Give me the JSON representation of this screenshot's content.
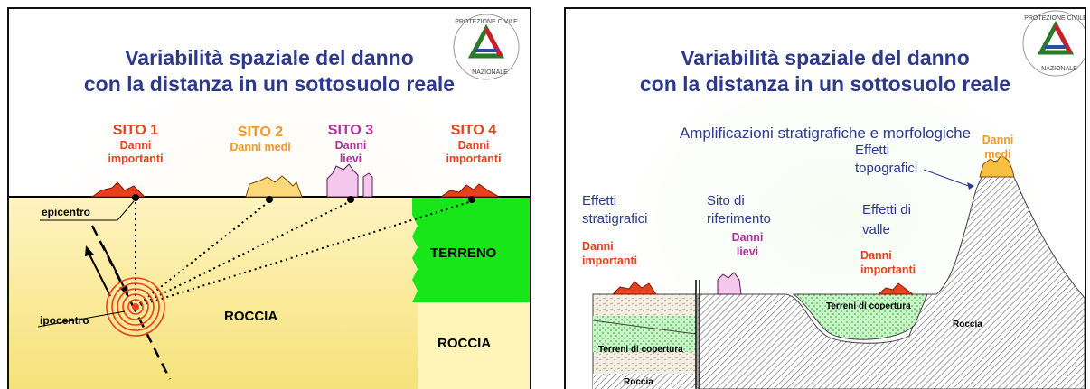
{
  "slide1": {
    "title_line1": "Variabilità spaziale del danno",
    "title_line2": "con la distanza in un sottosuolo reale",
    "sites": [
      {
        "name": "SITO 1",
        "damage": [
          "Danni",
          "importanti"
        ]
      },
      {
        "name": "SITO 2",
        "damage": [
          "Danni medi"
        ]
      },
      {
        "name": "SITO 3",
        "damage": [
          "Danni",
          "lievi"
        ]
      },
      {
        "name": "SITO 4",
        "damage": [
          "Danni",
          "importanti"
        ]
      }
    ],
    "labels": {
      "epicenter": "epicentro",
      "hypocenter": "ipocentro",
      "rock_main": "ROCCIA",
      "soil": "TERRENO",
      "rock_right": "ROCCIA"
    },
    "colors": {
      "title": "#2d3a8c",
      "important": "#e8401c",
      "medium": "#f09a2a",
      "light": "#b0309a",
      "rock": "#f8eaa0",
      "soil": "#19e619"
    }
  },
  "slide2": {
    "title_line1": "Variabilità spaziale del danno",
    "title_line2": "con la distanza in un sottosuolo reale",
    "subtitle": "Amplificazioni stratigrafiche e morfologiche",
    "effects": {
      "strat": [
        "Effetti",
        "stratigrafici"
      ],
      "strat_damage": [
        "Danni",
        "importanti"
      ],
      "ref": [
        "Sito di",
        "riferimento"
      ],
      "ref_damage": [
        "Danni",
        "lievi"
      ],
      "valley": [
        "Effetti di",
        "valle"
      ],
      "valley_damage": [
        "Danni",
        "importanti"
      ],
      "topo": [
        "Effetti",
        "topografici"
      ],
      "topo_damage": [
        "Danni",
        "medi"
      ]
    },
    "labels": {
      "cover_valley": "Terreni di copertura",
      "cover_left": "Terreni di copertura",
      "rock_left": "Roccia",
      "rock_right": "Roccia"
    }
  },
  "logo": {
    "text_top": "PROTEZIONE CIVILE",
    "text_bottom": "NAZIONALE"
  }
}
